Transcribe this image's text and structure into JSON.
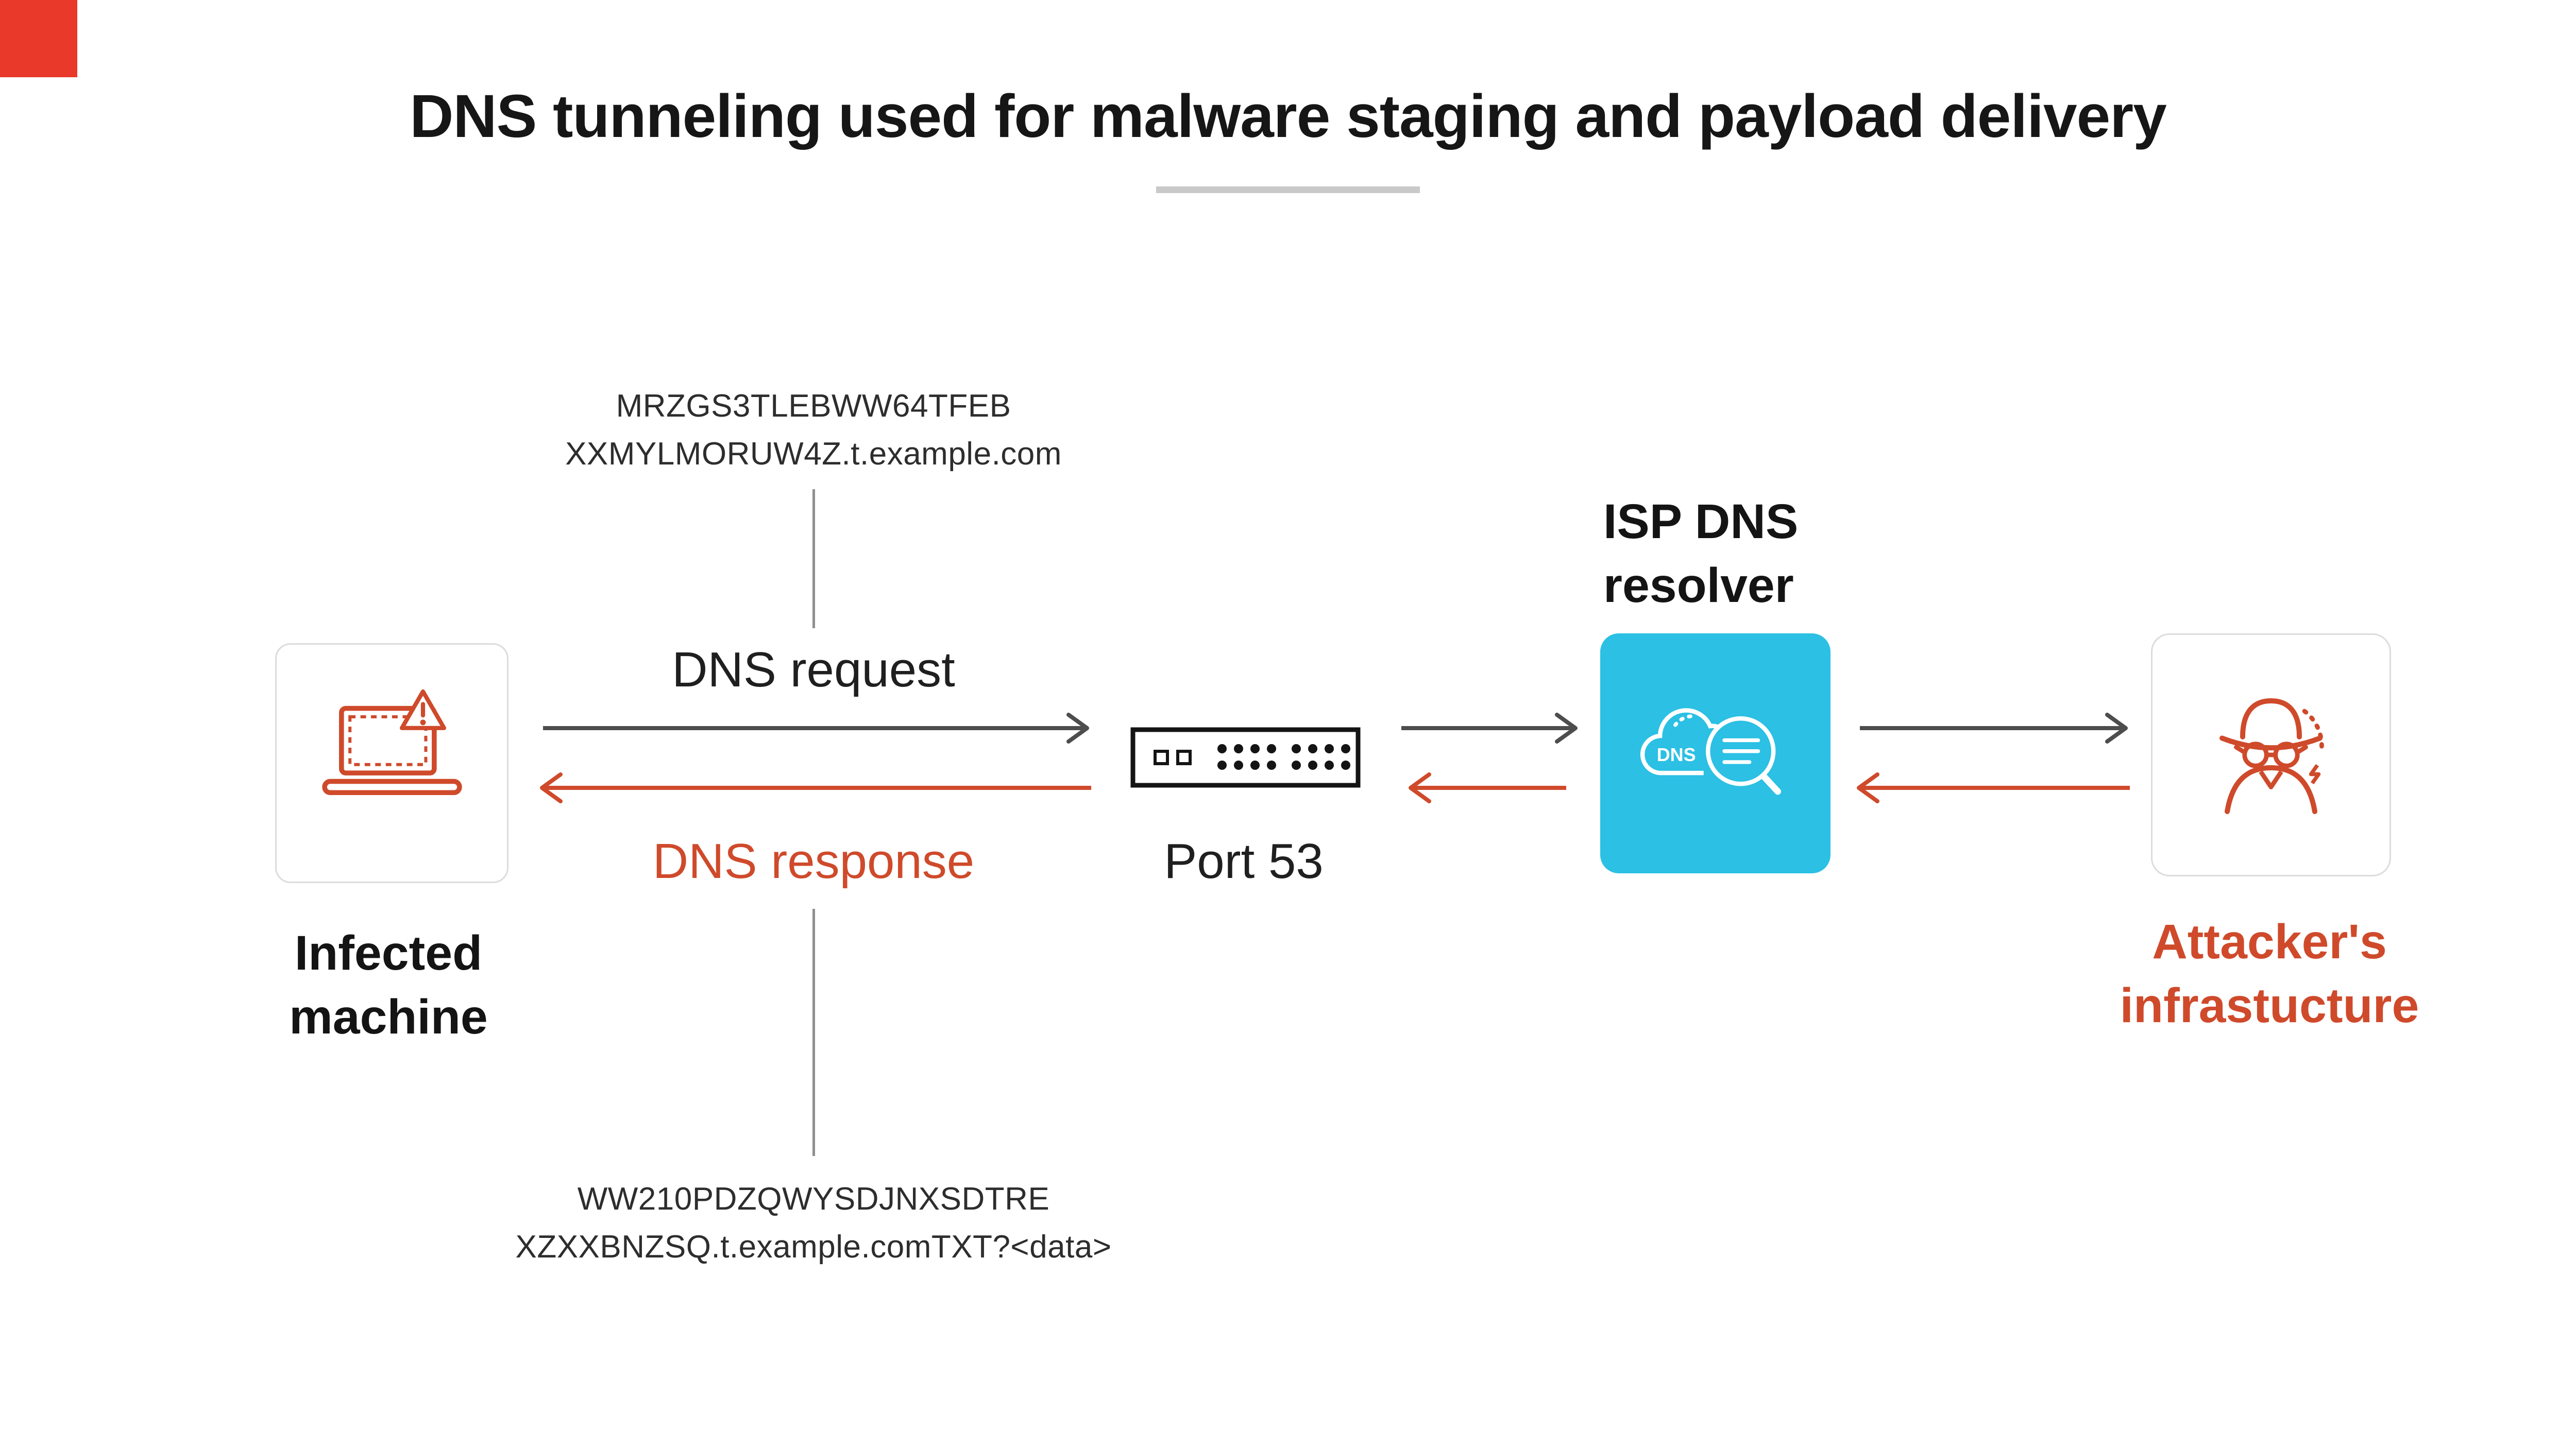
{
  "header": {
    "title": "DNS tunneling used for malware staging and payload delivery"
  },
  "colors": {
    "accent_red": "#cf4a2b",
    "logo_red": "#e8392b",
    "resolver_cyan": "#2bc0e4",
    "dark_arrow": "#4d4d4d",
    "connector_gray": "#8f8f8f",
    "box_border": "#dcdcdc",
    "text_dark": "#161616"
  },
  "flow": {
    "request_query_line1": "MRZGS3TLEBWW64TFEB",
    "request_query_line2": "XXMYLMORUW4Z.t.example.com",
    "request_label": "DNS request",
    "response_label": "DNS response",
    "response_query_line1": "WW210PDZQWYSDJNXSDTRE",
    "response_query_line2": "XZXXBNZSQ.t.example.comTXT?<data>",
    "port_label": "Port 53"
  },
  "nodes": {
    "infected": {
      "label_line1": "Infected",
      "label_line2": "machine"
    },
    "isp": {
      "label_line1": "ISP DNS",
      "label_line2": "resolver",
      "icon_text": "DNS"
    },
    "attacker": {
      "label_line1": "Attacker's",
      "label_line2": "infrastucture"
    }
  },
  "icons": {
    "laptop-warning-icon": "infected laptop with alert triangle",
    "network-switch-icon": "switch with ports",
    "dns-cloud-magnifier-icon": "DNS cloud with magnifying glass",
    "spy-icon": "attacker with hat and glasses"
  }
}
